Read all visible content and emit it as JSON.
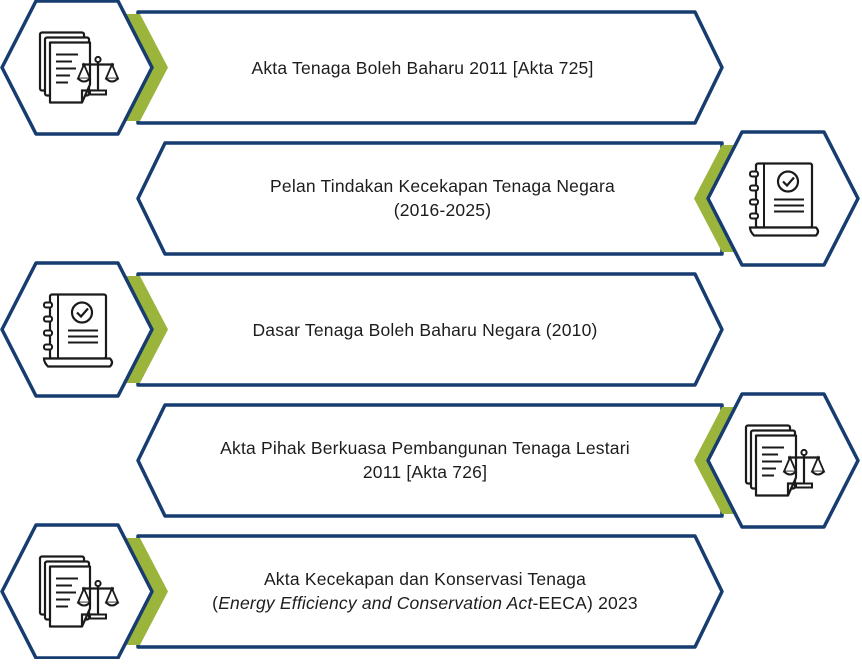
{
  "colors": {
    "navy": "#173c70",
    "olive": "#9bb43c",
    "fill": "#ffffff",
    "text": "#1d1d1d",
    "icon": "#1a1a1a"
  },
  "items": [
    {
      "line1": "Akta Tenaga Boleh Baharu 2011  [Akta 725]",
      "line2": "",
      "icon": "legal-documents-scales-icon",
      "icon_side": "left"
    },
    {
      "line1": "Pelan Tindakan Kecekapan Tenaga Negara",
      "line2": "(2016-2025)",
      "icon": "policy-book-check-icon",
      "icon_side": "right"
    },
    {
      "line1": "Dasar Tenaga Boleh Baharu Negara (2010)",
      "line2": "",
      "icon": "policy-book-check-icon",
      "icon_side": "left"
    },
    {
      "line1": "Akta Pihak Berkuasa Pembangunan Tenaga Lestari",
      "line2": "2011 [Akta 726]",
      "icon": "legal-documents-scales-icon",
      "icon_side": "right"
    },
    {
      "line1": "Akta Kecekapan dan Konservasi Tenaga",
      "line2_prefix": "(",
      "line2_italic": "Energy Efficiency and Conservation Act",
      "line2_suffix": "-EECA) 2023",
      "icon": "legal-documents-scales-icon",
      "icon_side": "left"
    }
  ]
}
